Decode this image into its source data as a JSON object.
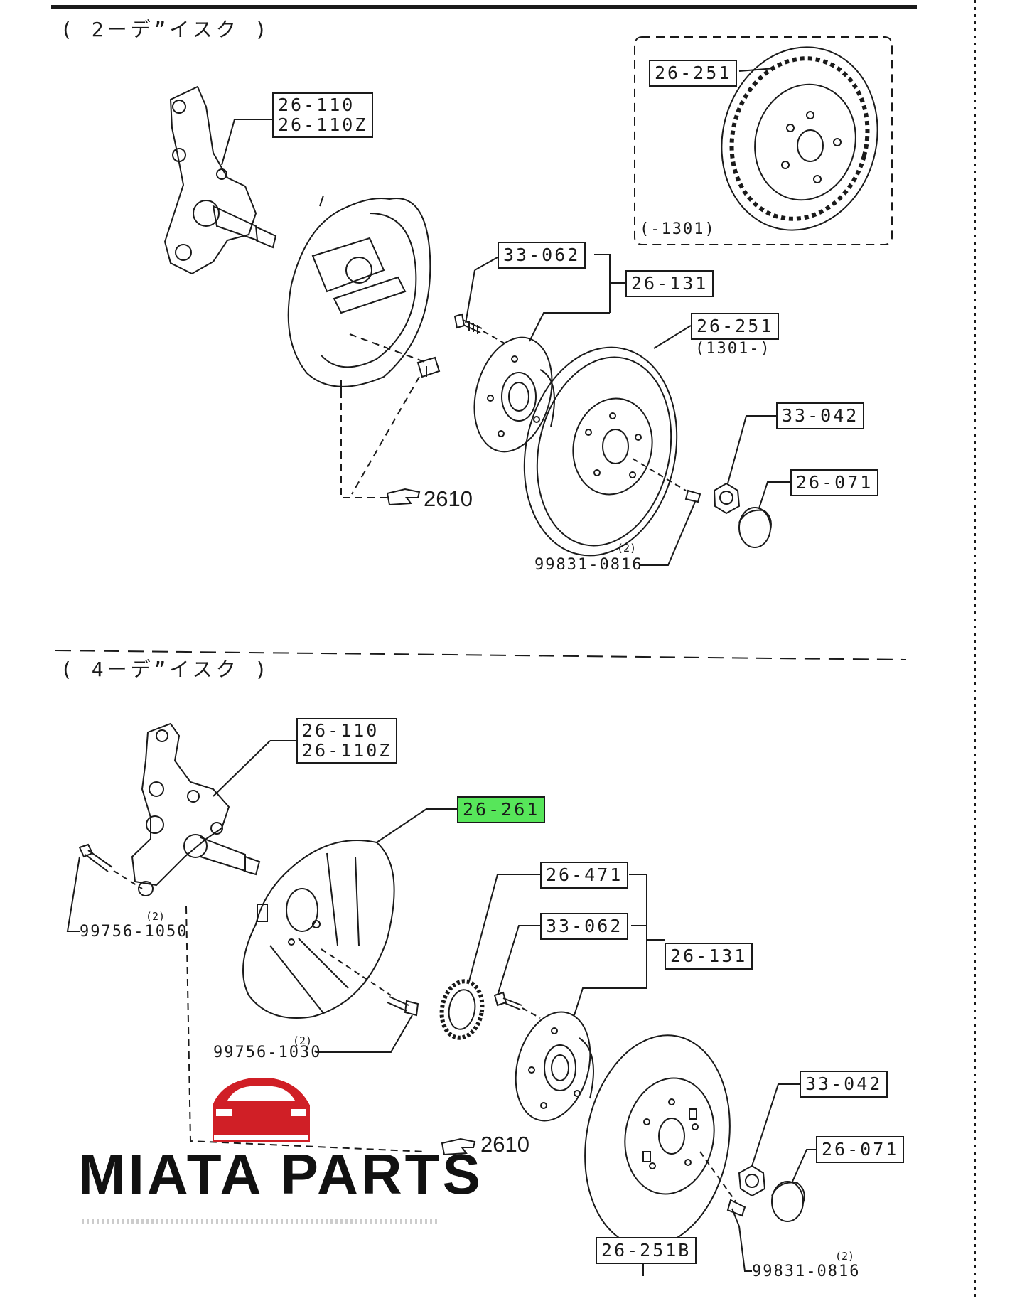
{
  "sections": {
    "top": "( 2ーデˮイスク )",
    "bottom": "( 4ーデˮイスク )"
  },
  "top_labels": {
    "knuckle": [
      "26-110",
      "26-110Z"
    ],
    "rotor_early": "26-251",
    "rotor_early_range": "(-1301)",
    "bolt": "33-062",
    "hub": "26-131",
    "rotor": "26-251",
    "rotor_range": "(1301-)",
    "nut": "33-042",
    "cap": "26-071",
    "screw": "99831-0816",
    "screw_qty": "(2)",
    "ref": "2610"
  },
  "bottom_labels": {
    "knuckle": [
      "26-110",
      "26-110Z"
    ],
    "dust_cover": "26-261",
    "sensor_ring": "26-471",
    "bolt": "33-062",
    "hub": "26-131",
    "knuckle_bolt": "99756-1050",
    "knuckle_bolt_qty": "(2)",
    "cover_bolt": "99756-1030",
    "cover_bolt_qty": "(2)",
    "ref": "2610",
    "nut": "33-042",
    "cap": "26-071",
    "rotor": "26-251B",
    "screw": "99831-0816",
    "screw_qty": "(2)"
  },
  "logo": {
    "text": "MIATA PARTS",
    "color": "#d01f26"
  },
  "highlight_color": "#57e65a"
}
